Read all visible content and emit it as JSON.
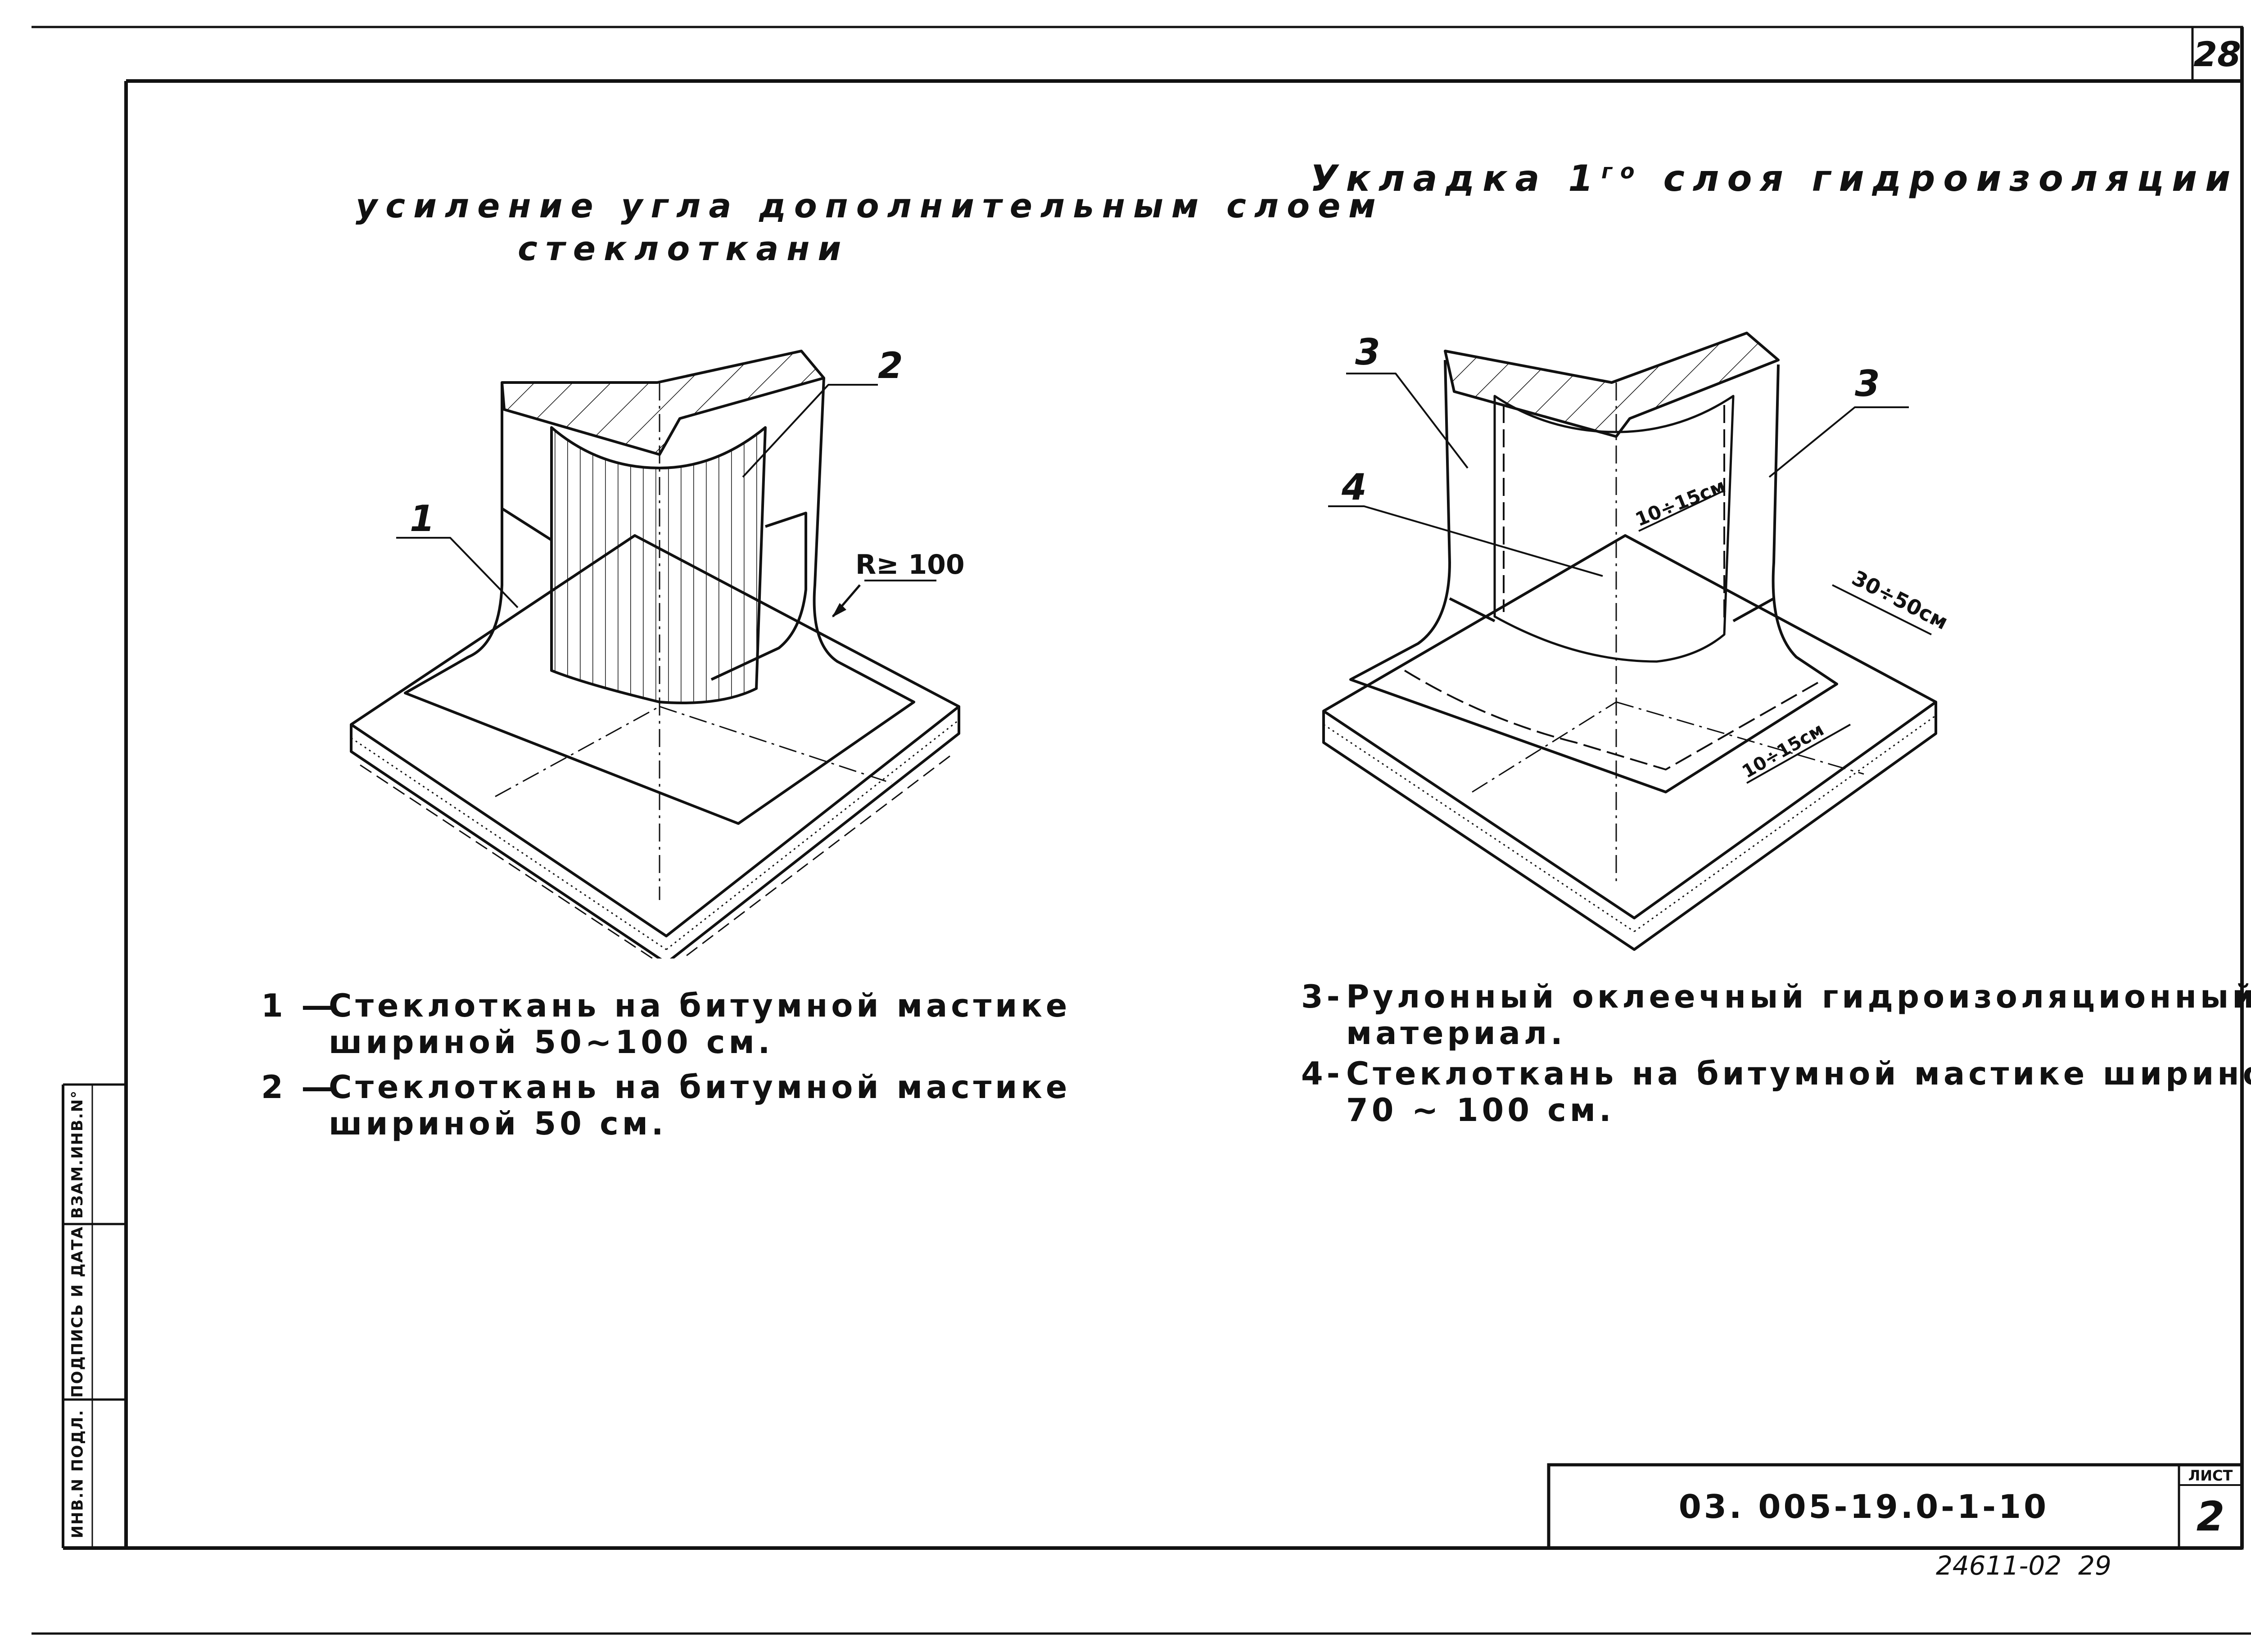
{
  "sheet": {
    "corner_number": "28",
    "stamp_cells": [
      "ИНВ.N ПОДЛ.",
      "ПОДПИСЬ И ДАТА",
      "ВЗАМ.ИНВ.N°"
    ],
    "drawing_code": "03. 005-19.0-1-10",
    "sheet_label": "ЛИСТ",
    "sheet_number": "2",
    "archive_number": "24611-02  29"
  },
  "left_figure": {
    "title_line1": "усиление угла дополнительным слоем",
    "title_line2": "стеклоткани",
    "callout_1": "1",
    "callout_2": "2",
    "radius_label": "R≥ 100",
    "notes": [
      {
        "num": "1 —",
        "line1": "Стеклоткань на битумной мастике",
        "line2": "шириной   50~100 см."
      },
      {
        "num": "2 —",
        "line1": "Стеклоткань на битумной мастике",
        "line2": "шириной   50 см."
      }
    ]
  },
  "right_figure": {
    "title_main": "Укладка 1",
    "title_sup": "го",
    "title_rest": "слоя гидроизоляции",
    "callout_3a": "3",
    "callout_3b": "3",
    "callout_4": "4",
    "dim_vertical": "10÷15см",
    "dim_overlap": "30÷50см",
    "dim_base": "10÷15см",
    "notes": [
      {
        "num": "3-",
        "line1": "Рулонный оклеечный гидроизоляционный",
        "line2": "материал."
      },
      {
        "num": "4-",
        "line1": "Стеклоткань на битумной мастике шириной",
        "line2": "70 ~ 100 см."
      }
    ]
  }
}
